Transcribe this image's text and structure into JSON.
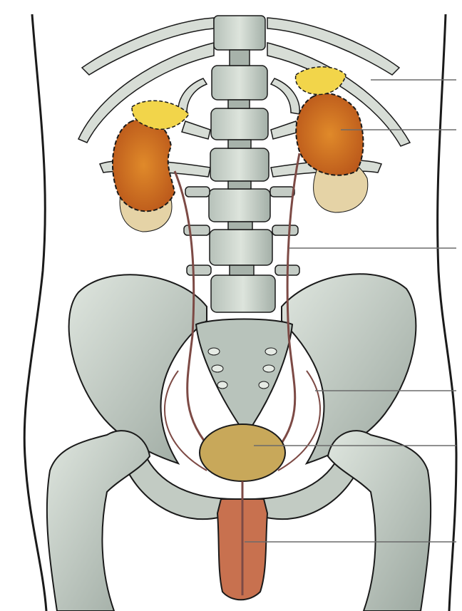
{
  "figure": {
    "title": "",
    "labels": []
  },
  "colors": {
    "outline": "#1a1a1a",
    "bone": "#c9d2cb",
    "bone_shadow": "#8f9b93",
    "kidney_left_shadow": "#e5d3a6",
    "kidney_orange": "#e58a1f",
    "kidney_dark": "#c4661a",
    "adrenal_yellow": "#f2d54a",
    "bladder": "#c8a85a",
    "vessel": "#7d4a45",
    "penis": "#c8714f",
    "leader_line": "#6b6b6b"
  },
  "structures": [
    "right-kidney",
    "left-kidney",
    "right-adrenal-gland",
    "left-adrenal-gland",
    "right-ureter",
    "left-ureter",
    "urinary-bladder",
    "urethra",
    "vertebral-column",
    "pelvis",
    "ribs",
    "femurs",
    "penis"
  ]
}
